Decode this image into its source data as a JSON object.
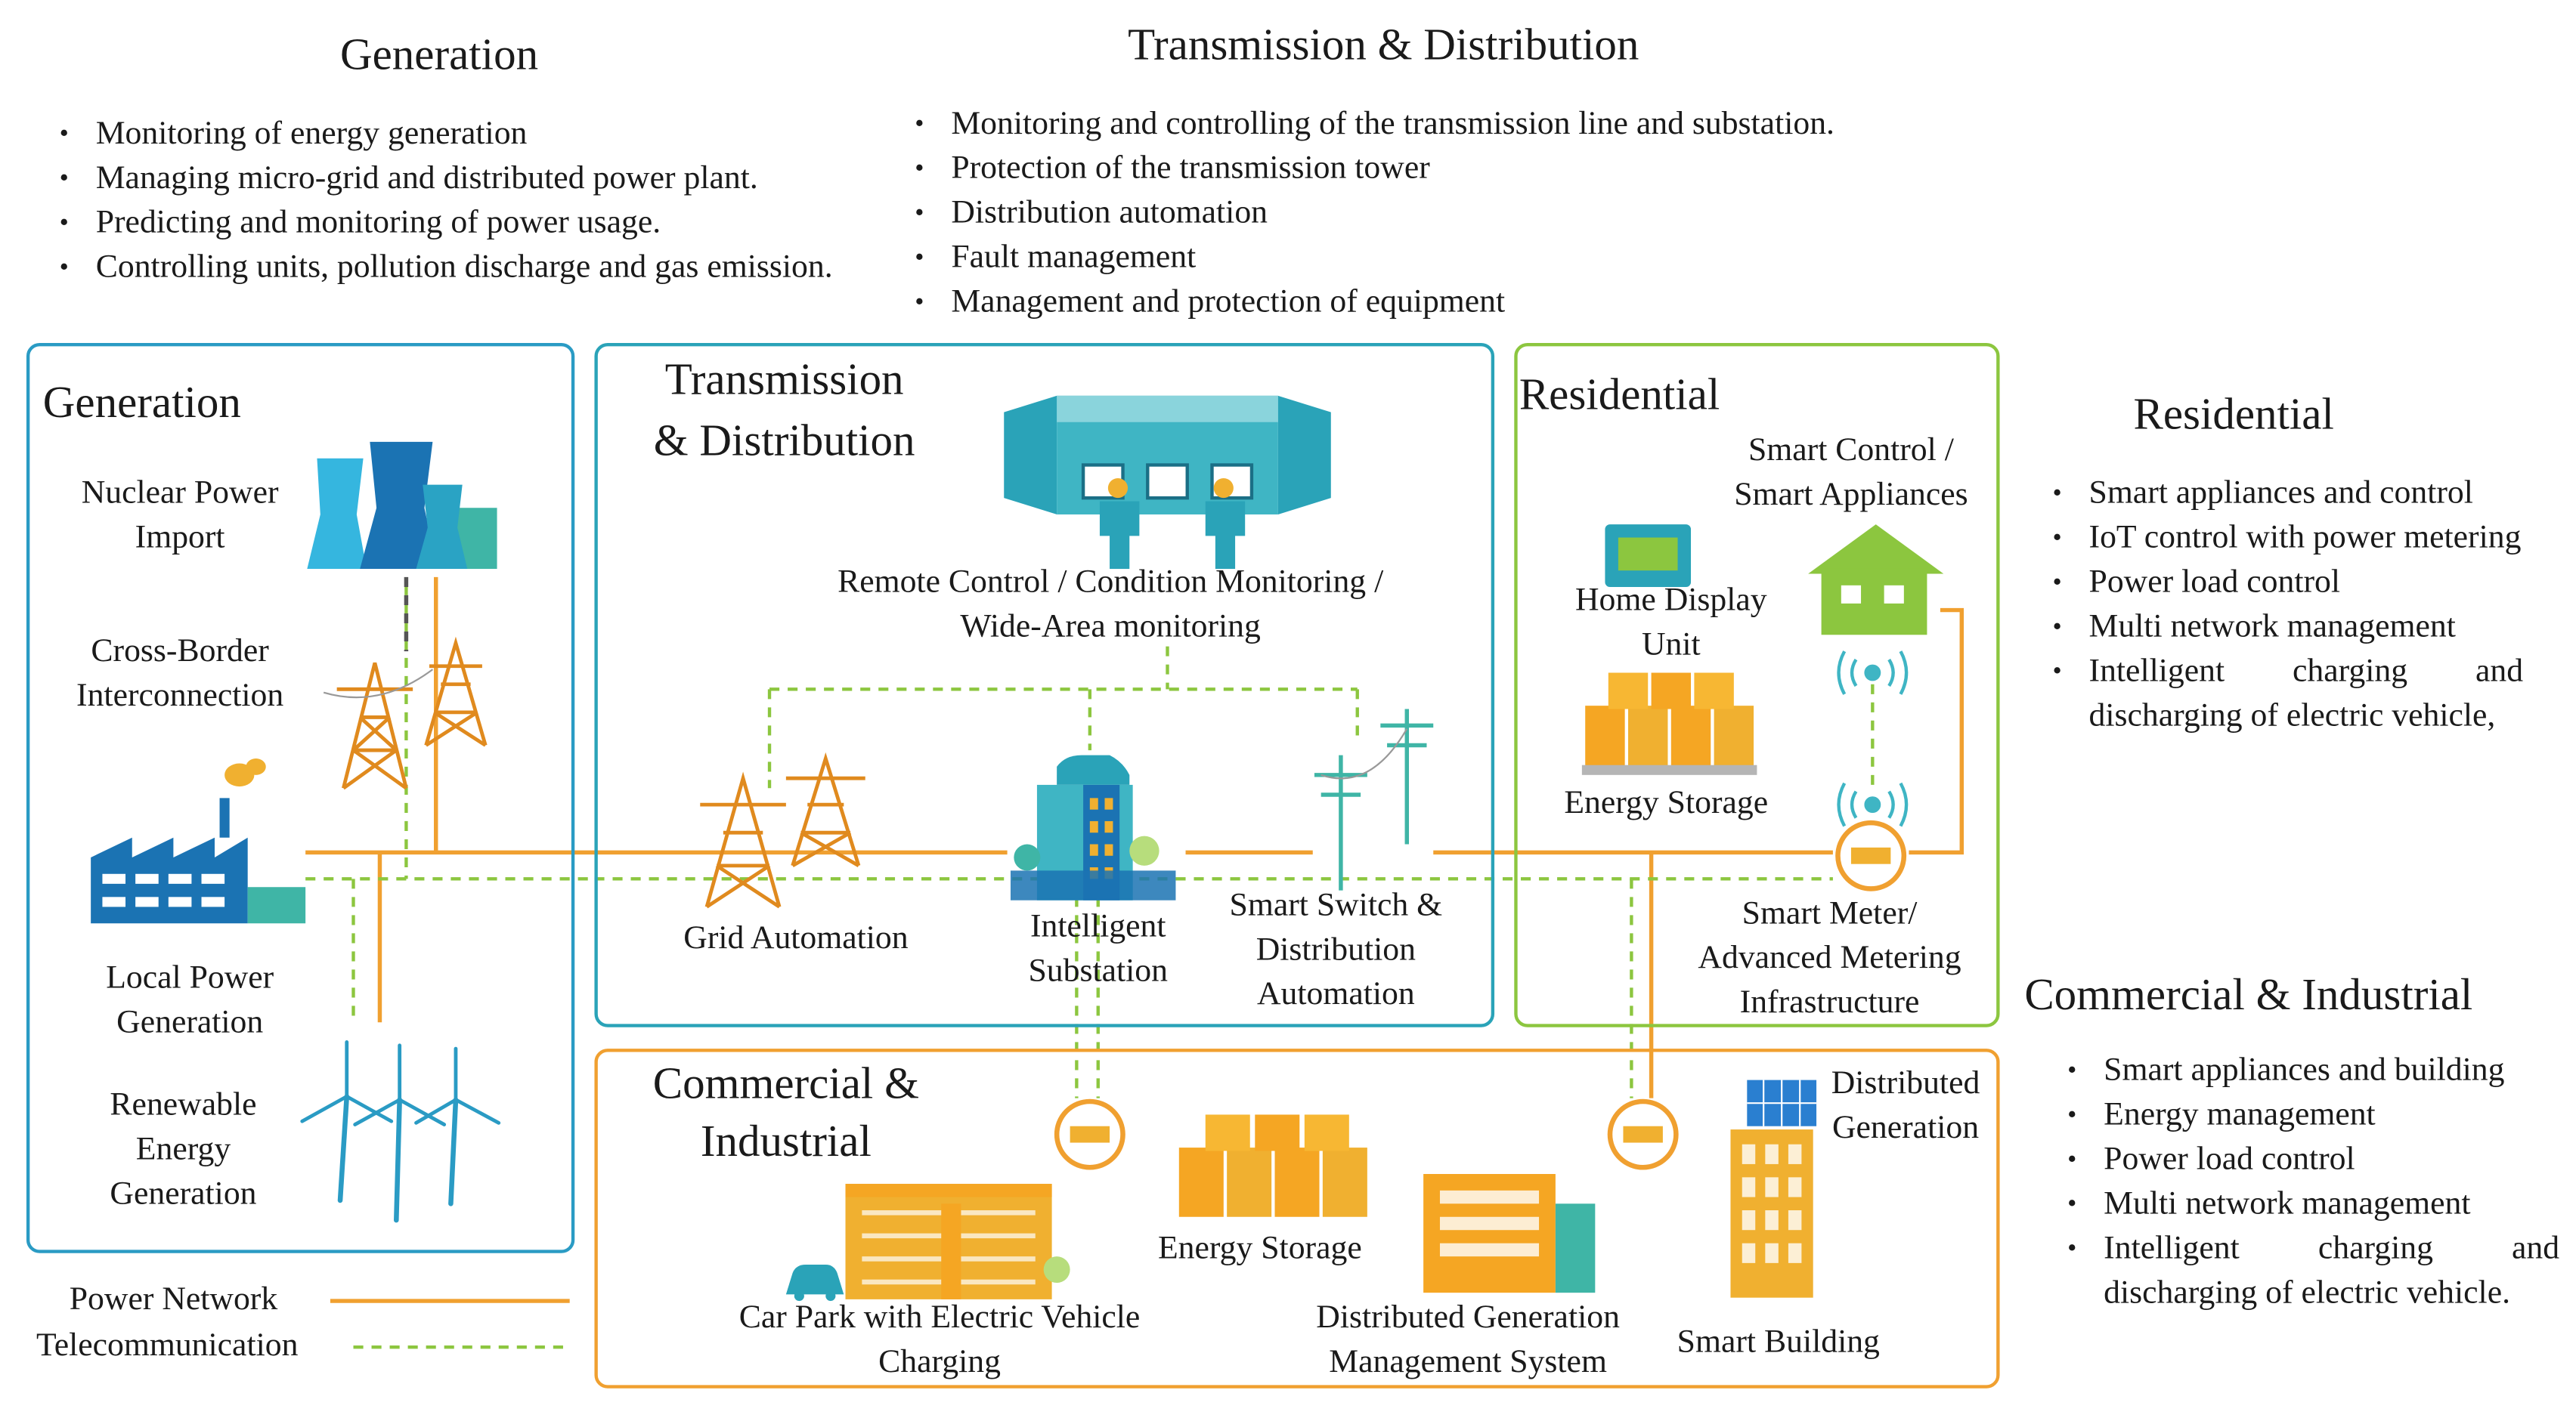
{
  "top_sections": {
    "generation": {
      "title": "Generation",
      "bullets": [
        "Monitoring of energy generation",
        "Managing micro-grid and distributed power plant.",
        "Predicting and monitoring of power usage.",
        "Controlling units, pollution discharge and gas emission."
      ]
    },
    "transmission": {
      "title": "Transmission & Distribution",
      "bullets": [
        "Monitoring and controlling of the transmission line and substation.",
        "Protection of the transmission tower",
        "Distribution automation",
        "Fault management",
        "Management and protection of equipment"
      ]
    }
  },
  "right_sections": {
    "residential": {
      "title": "Residential",
      "bullets": [
        "Smart appliances and control",
        "IoT control with power metering",
        "Power load control",
        "Multi network management",
        "Intelligent charging and discharging of electric vehicle,"
      ]
    },
    "commercial": {
      "title": "Commercial & Industrial",
      "bullets": [
        "Smart appliances and building",
        "Energy management",
        "Power load control",
        "Multi network management",
        "Intelligent charging and discharging of electric vehicle."
      ]
    }
  },
  "boxes": {
    "generation": {
      "title": "Generation",
      "nuclear_line1": "Nuclear Power",
      "nuclear_line2": "Import",
      "cross_line1": "Cross-Border",
      "cross_line2": "Interconnection",
      "local_line1": "Local Power",
      "local_line2": "Generation",
      "renew_line1": "Renewable",
      "renew_line2": "Energy",
      "renew_line3": "Generation"
    },
    "transmission": {
      "title_line1": "Transmission",
      "title_line2": "& Distribution",
      "remote_line1": "Remote Control / Condition Monitoring /",
      "remote_line2": "Wide-Area monitoring",
      "grid": "Grid Automation",
      "substation_line1": "Intelligent",
      "substation_line2": "Substation",
      "switch_line1": "Smart Switch &",
      "switch_line2": "Distribution",
      "switch_line3": "Automation"
    },
    "residential": {
      "title": "Residential",
      "smart_control_line1": "Smart Control /",
      "smart_control_line2": "Smart Appliances",
      "home_display_line1": "Home Display",
      "home_display_line2": "Unit",
      "energy_storage": "Energy Storage",
      "meter_line1": "Smart Meter/",
      "meter_line2": "Advanced Metering",
      "meter_line3": "Infrastructure"
    },
    "commercial": {
      "title_line1": "Commercial &",
      "title_line2": "Industrial",
      "energy_storage": "Energy Storage",
      "car_park_line1": "Car Park with Electric Vehicle",
      "car_park_line2": "Charging",
      "dgms_line1": "Distributed Generation",
      "dgms_line2": "Management System",
      "smart_building": "Smart Building",
      "dist_gen_line1": "Distributed",
      "dist_gen_line2": "Generation"
    }
  },
  "legend": {
    "power": "Power Network",
    "telecom": "Telecommunication"
  },
  "colors": {
    "power_line": "#f0a030",
    "telecom_line": "#8cc63f",
    "generation_box": "#2a9bc4",
    "transmission_box": "#2aa3b8",
    "residential_box": "#8cc63f",
    "commercial_box": "#f0a030"
  }
}
